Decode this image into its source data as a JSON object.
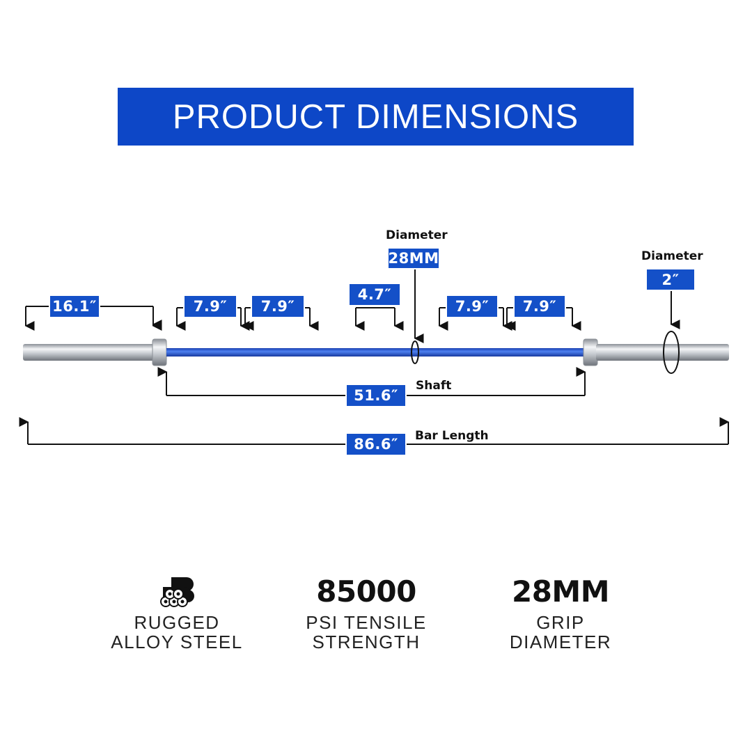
{
  "title": "PRODUCT DIMENSIONS",
  "colors": {
    "banner": "#0d47c7",
    "label": "#1450c8",
    "shaft": "#2f64e0",
    "steel": "#c8ccd2"
  },
  "dimensions": {
    "sleeve_length": "16.1″",
    "knurl_1": "7.9″",
    "knurl_2": "7.9″",
    "center_knurl": "4.7″",
    "knurl_3": "7.9″",
    "knurl_4": "7.9″",
    "shaft_length": "51.6″",
    "bar_length": "86.6″",
    "shaft_diameter": "28MM",
    "sleeve_diameter": "2″"
  },
  "labels": {
    "diameter_shaft": "Diameter",
    "diameter_sleeve": "Diameter",
    "shaft": "Shaft",
    "bar_length": "Bar Length"
  },
  "features": [
    {
      "icon": "alloy-steel-icon",
      "line1": "RUGGED",
      "line2": "ALLOY STEEL"
    },
    {
      "value": "85000",
      "line1": "PSI TENSILE",
      "line2": "STRENGTH"
    },
    {
      "value": "28MM",
      "line1": "GRIP",
      "line2": "DIAMETER"
    }
  ]
}
